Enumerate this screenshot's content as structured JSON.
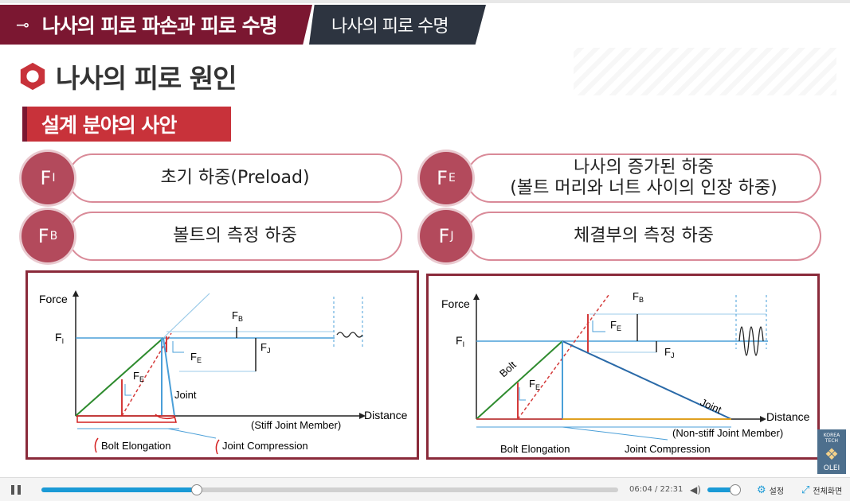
{
  "header": {
    "main_title": "나사의 피로 파손과 피로 수명",
    "sub_title": "나사의 피로 수명"
  },
  "section": {
    "title": "나사의 피로 원인",
    "subtitle": "설계 분야의 사안"
  },
  "cards": [
    {
      "badge_main": "F",
      "badge_sub": "I",
      "text_line1": "초기 하중(Preload)",
      "text_line2": ""
    },
    {
      "badge_main": "F",
      "badge_sub": "E",
      "text_line1": "나사의 증가된 하중",
      "text_line2": "(볼트 머리와 너트 사이의 인장 하중)"
    },
    {
      "badge_main": "F",
      "badge_sub": "B",
      "text_line1": "볼트의 측정 하중",
      "text_line2": ""
    },
    {
      "badge_main": "F",
      "badge_sub": "J",
      "text_line1": "체결부의 측정 하중",
      "text_line2": ""
    }
  ],
  "charts": {
    "left": {
      "y_axis_label": "Force",
      "x_axis_label": "Distance",
      "fi_label_main": "F",
      "fi_label_sub": "I",
      "fb_label_main": "F",
      "fb_label_sub": "B",
      "fj_label_main": "F",
      "fj_label_sub": "J",
      "fe_label_main": "F",
      "fe_label_sub": "E",
      "fe2_label_main": "F",
      "fe2_label_sub": "E",
      "joint_label": "Joint",
      "member_note": "(Stiff Joint Member)",
      "bolt_elongation": "Bolt Elongation",
      "joint_compression": "Joint Compression"
    },
    "right": {
      "y_axis_label": "Force",
      "x_axis_label": "Distance",
      "fi_label_main": "F",
      "fi_label_sub": "I",
      "fb_label_main": "F",
      "fb_label_sub": "B",
      "fj_label_main": "F",
      "fj_label_sub": "J",
      "fe_label_main": "F",
      "fe_label_sub": "E",
      "fe2_label_main": "F",
      "fe2_label_sub": "E",
      "bolt_label": "Bolt",
      "joint_label": "Joint",
      "member_note": "(Non-stiff Joint Member)",
      "bolt_elongation": "Bolt Elongation",
      "joint_compression": "Joint Compression"
    }
  },
  "logo": {
    "top": "KOREA TECH",
    "mark": "OLEI",
    "bottom": "OLEI"
  },
  "player": {
    "time": "06:04 / 22:31",
    "progress": 0.27,
    "volume": 0.7,
    "settings_label": "설정",
    "fullscreen_label": "전체화면"
  },
  "colors": {
    "header_main": "#7b1731",
    "header_sub": "#2d3440",
    "banner": "#c8323a",
    "badge": "#b34a5c",
    "accent": "#1a9ad6"
  }
}
